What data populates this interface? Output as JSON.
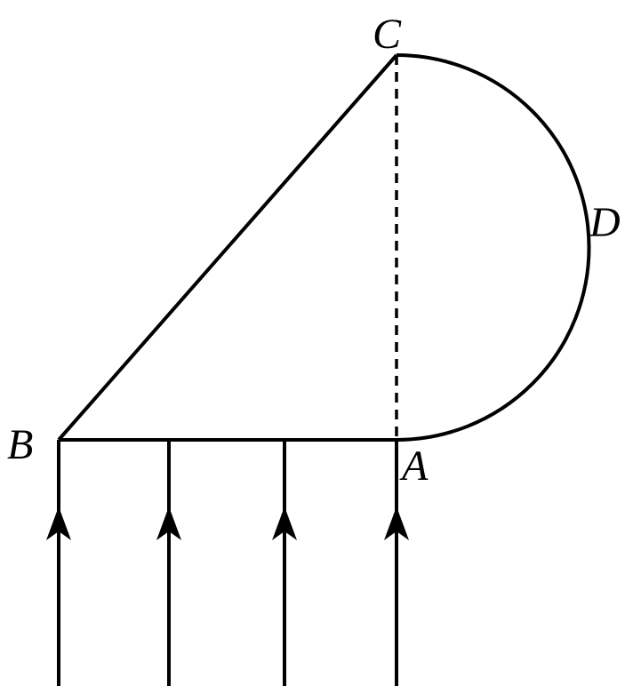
{
  "labels": {
    "A": "A",
    "B": "B",
    "C": "C",
    "D": "D"
  },
  "colors": {
    "line": "#000000",
    "background": "#ffffff"
  },
  "incident_ray_count": 4
}
